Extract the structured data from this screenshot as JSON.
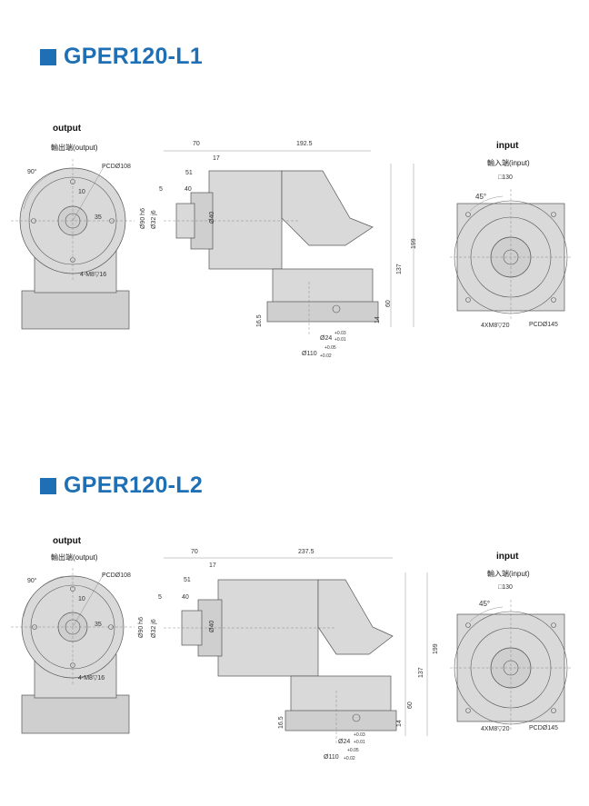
{
  "sections": [
    {
      "title": "GPER120-L1",
      "output_label": "output",
      "output_sub": "輸出端(output)",
      "input_label": "input",
      "input_sub": "輸入端(input)",
      "out_angle": "90°",
      "out_pcd": "PCDØ108",
      "out_dim_10": "10",
      "out_dim_35": "35",
      "out_screw": "4-M8▽16",
      "side_70": "70",
      "side_length": "192.5",
      "side_17": "17",
      "side_51": "51",
      "side_5": "5",
      "side_40": "40",
      "side_d90": "Ø90 h6",
      "side_d32": "Ø32 j6",
      "side_d40": "Ø40",
      "side_199": "199",
      "side_137": "137",
      "side_60": "60",
      "side_14": "14",
      "side_165": "16.5",
      "side_d24": "Ø24",
      "side_d24_tol_up": "+0.03",
      "side_d24_tol_low": "+0.01",
      "side_d110": "Ø110",
      "side_d110_tol_up": "+0.05",
      "side_d110_tol_low": "+0.02",
      "in_square": "□130",
      "in_angle": "45°",
      "in_screw": "4XM8▽20",
      "in_pcd": "PCDØ145"
    },
    {
      "title": "GPER120-L2",
      "output_label": "output",
      "output_sub": "輸出端(output)",
      "input_label": "input",
      "input_sub": "輸入端(input)",
      "out_angle": "90°",
      "out_pcd": "PCDØ108",
      "out_dim_10": "10",
      "out_dim_35": "35",
      "out_screw": "4-M8▽16",
      "side_70": "70",
      "side_length": "237.5",
      "side_17": "17",
      "side_51": "51",
      "side_5": "5",
      "side_40": "40",
      "side_d90": "Ø90 h6",
      "side_d32": "Ø32 j6",
      "side_d40": "Ø40",
      "side_199": "199",
      "side_137": "137",
      "side_60": "60",
      "side_14": "14",
      "side_165": "16.5",
      "side_d24": "Ø24",
      "side_d24_tol_up": "+0.03",
      "side_d24_tol_low": "+0.01",
      "side_d110": "Ø110",
      "side_d110_tol_up": "+0.05",
      "side_d110_tol_low": "+0.02",
      "in_square": "□130",
      "in_angle": "45°",
      "in_screw": "4XM8▽20",
      "in_pcd": "PCDØ145"
    }
  ],
  "colors": {
    "accent": "#1f6fb5",
    "body": "#d9d9d9",
    "line": "#555555"
  }
}
